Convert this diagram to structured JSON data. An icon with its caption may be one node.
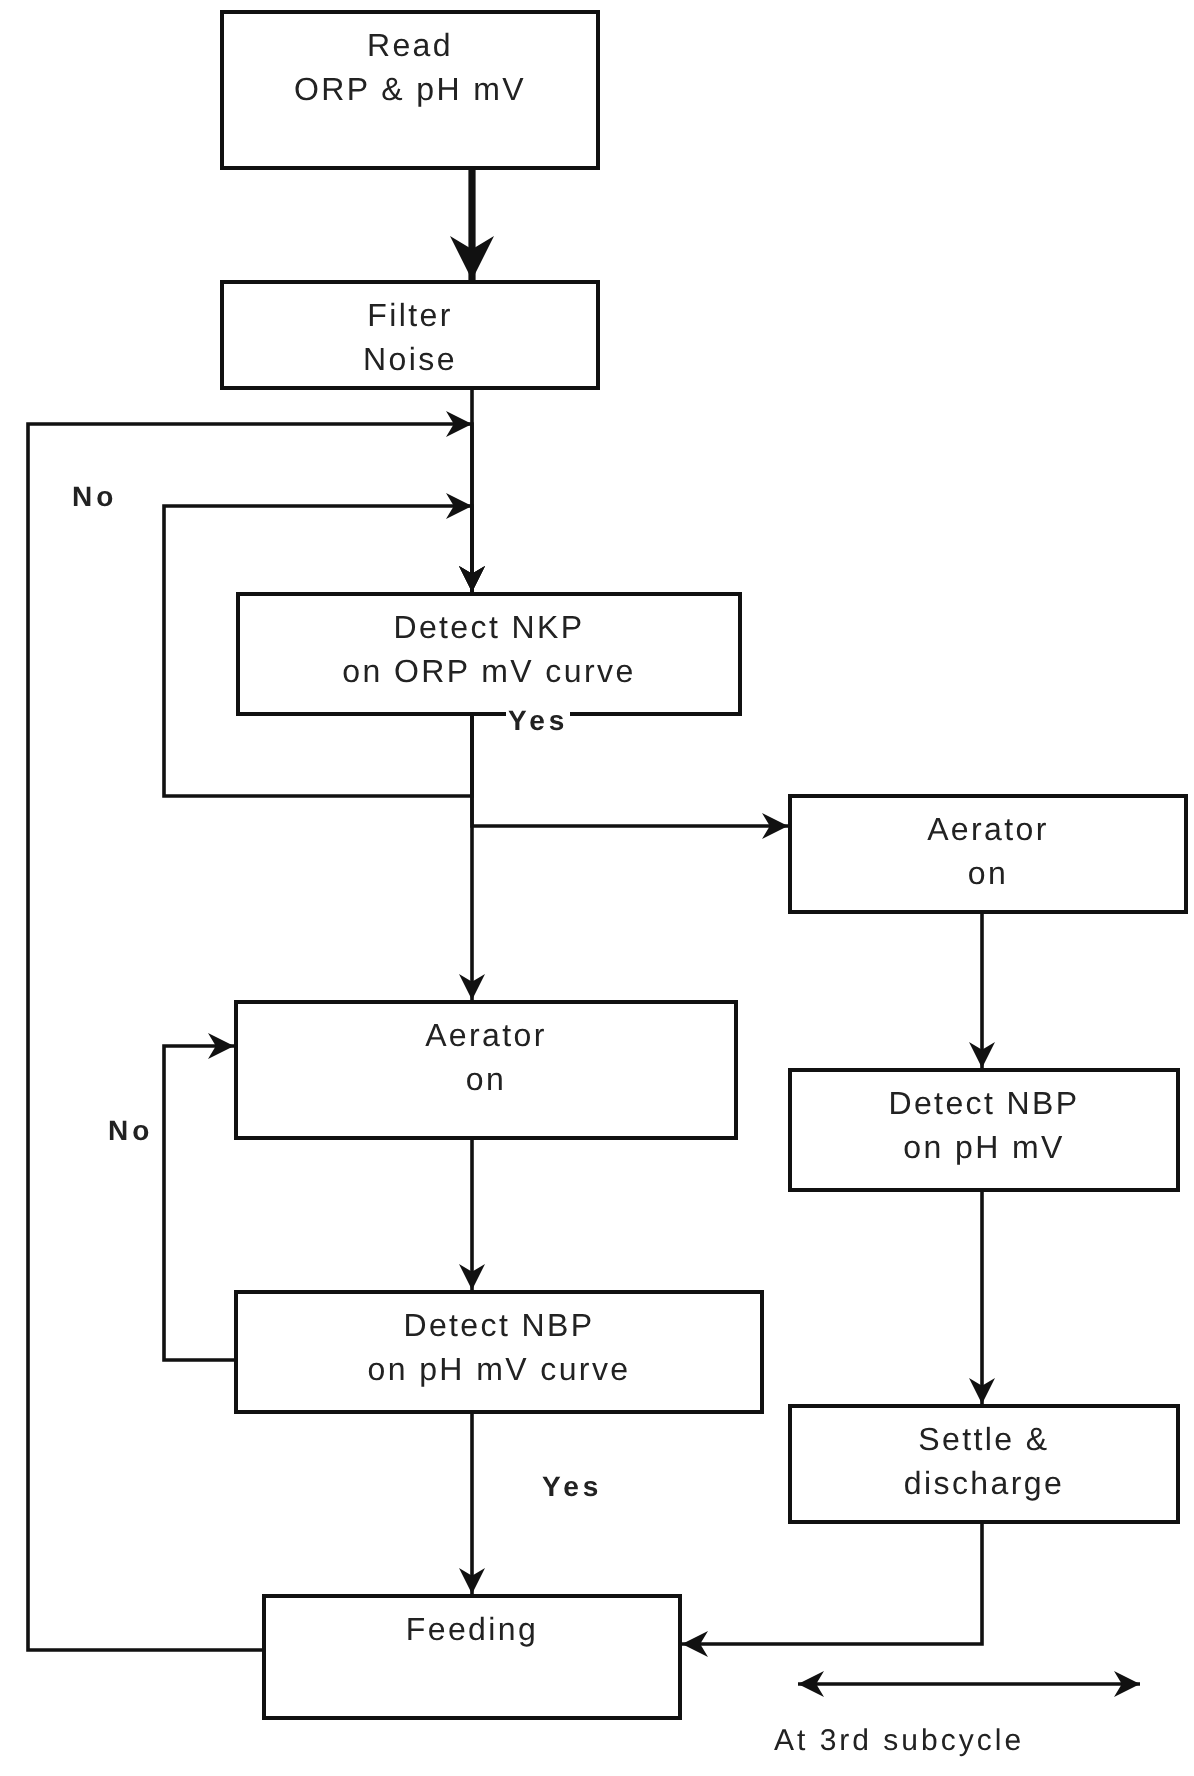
{
  "diagram": {
    "nodes": [
      {
        "text": [
          "Read ORP & pH mV"
        ]
      },
      {
        "text": [
          "Filter Noise"
        ]
      },
      {
        "text": [
          "Detect NKP on ORP mV curve"
        ]
      },
      {
        "text": [
          "Aerator on"
        ]
      },
      {
        "text": [
          "Detect NBP on pH mV curve"
        ]
      },
      {
        "text": [
          "Feeding"
        ]
      },
      {
        "text": [
          "Aerator on"
        ]
      },
      {
        "text": [
          "Detect NBP on pH mV"
        ]
      },
      {
        "text": [
          "Settle & discharge"
        ]
      }
    ],
    "edges": [
      {
        "from": 0,
        "to": 1,
        "arrow": "to",
        "style": "thick"
      },
      {
        "from": 1,
        "to": 2,
        "arrow": "to"
      },
      {
        "from": 5,
        "to": 2,
        "arrow": "to"
      },
      {
        "from": 2,
        "to": 2,
        "arrow": "to",
        "label": "No"
      },
      {
        "from": 2,
        "to": 3,
        "arrow": "to",
        "label": "Yes"
      },
      {
        "from": 2,
        "to": 6,
        "arrow": "to"
      },
      {
        "from": 3,
        "to": 4,
        "arrow": "to"
      },
      {
        "from": 4,
        "to": 3,
        "arrow": "to",
        "label": "No"
      },
      {
        "from": 4,
        "to": 5,
        "arrow": "to",
        "label": "Yes"
      },
      {
        "from": 6,
        "to": 7,
        "arrow": "to"
      },
      {
        "from": 7,
        "to": 8,
        "arrow": "to"
      },
      {
        "from": 8,
        "to": 5,
        "arrow": "to"
      }
    ],
    "labels": [
      "At 3rd subcycle"
    ]
  }
}
